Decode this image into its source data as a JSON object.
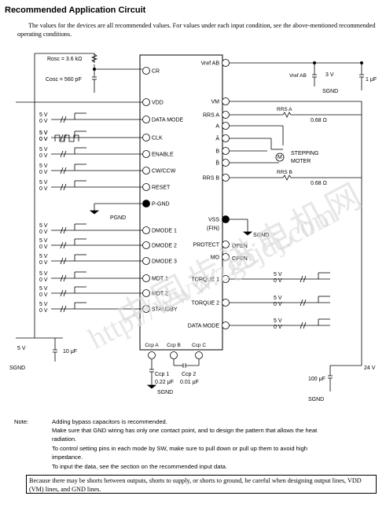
{
  "title": "Recommended Application Circuit",
  "intro": "The values for the devices are all recommended values. For values under each input condition, see the above-mentioned recommended operating conditions.",
  "chip": {
    "left_pins": [
      "CR",
      "VDD",
      "DATA MODE",
      "CLK",
      "ENABLE",
      "CW/CCW",
      "RESET",
      "P-GND",
      "DMODE 1",
      "DMODE 2",
      "DMODE 3",
      "MDT 1",
      "MDT 2",
      "STANDBY"
    ],
    "right_pins": [
      "Vref AB",
      "VM",
      "RRS A",
      "A",
      "Ā",
      "B",
      "B̄",
      "RRS B",
      "VSS",
      "(FIN)",
      "PROTECT",
      "MO",
      "TORQUE 1",
      "TORQUE 2",
      "DATA MODE"
    ],
    "bottom_pins": [
      "Ccp A",
      "Ccp B",
      "Ccp C"
    ]
  },
  "components": {
    "rosc": "Rosc = 3.6 kΩ",
    "cosc": "Cosc = 560 pF",
    "vref_label": "Vref AB",
    "vref_value": "3 V",
    "cap_1uF": "1 μF",
    "rrsa": "RRS A",
    "rrsa_val": "0.68 Ω",
    "rrsb": "RRS B",
    "rrsb_val": "0.68 Ω",
    "motor": "STEPPING",
    "motor2": "MOTER",
    "ccp1": "Ccp 1",
    "ccp1v": "0.22 μF",
    "ccp2": "Ccp 2",
    "ccp2v": "0.01 μF",
    "cap_10uF": "10 μF",
    "cap_100uF": "100 μF",
    "v24": "24 V",
    "v5": "5 V",
    "sgnd": "SGND",
    "pgnd": "PGND",
    "open": "OPEN",
    "level_hi": "5 V",
    "level_lo": "0 V"
  },
  "notes": {
    "label": "Note:",
    "lines": [
      "Adding bypass capacitors is recommended.",
      "Make sure that GND wiring has only one contact point, and to design the pattern that allows the heat",
      "radiation.",
      "To control setting pins in each mode by SW, make sure to pull down or pull up them to avoid high",
      "impedance.",
      "To input the data, see the section on the recommended input data."
    ]
  },
  "warning": "Because there may be shorts between outputs, shorts to supply, or shorts to ground, be careful when designing output lines, VDD (VM) lines, and GND lines.",
  "watermark": {
    "cn": "中国步进电机网",
    "url": "http://www.zgbjdj.com"
  }
}
